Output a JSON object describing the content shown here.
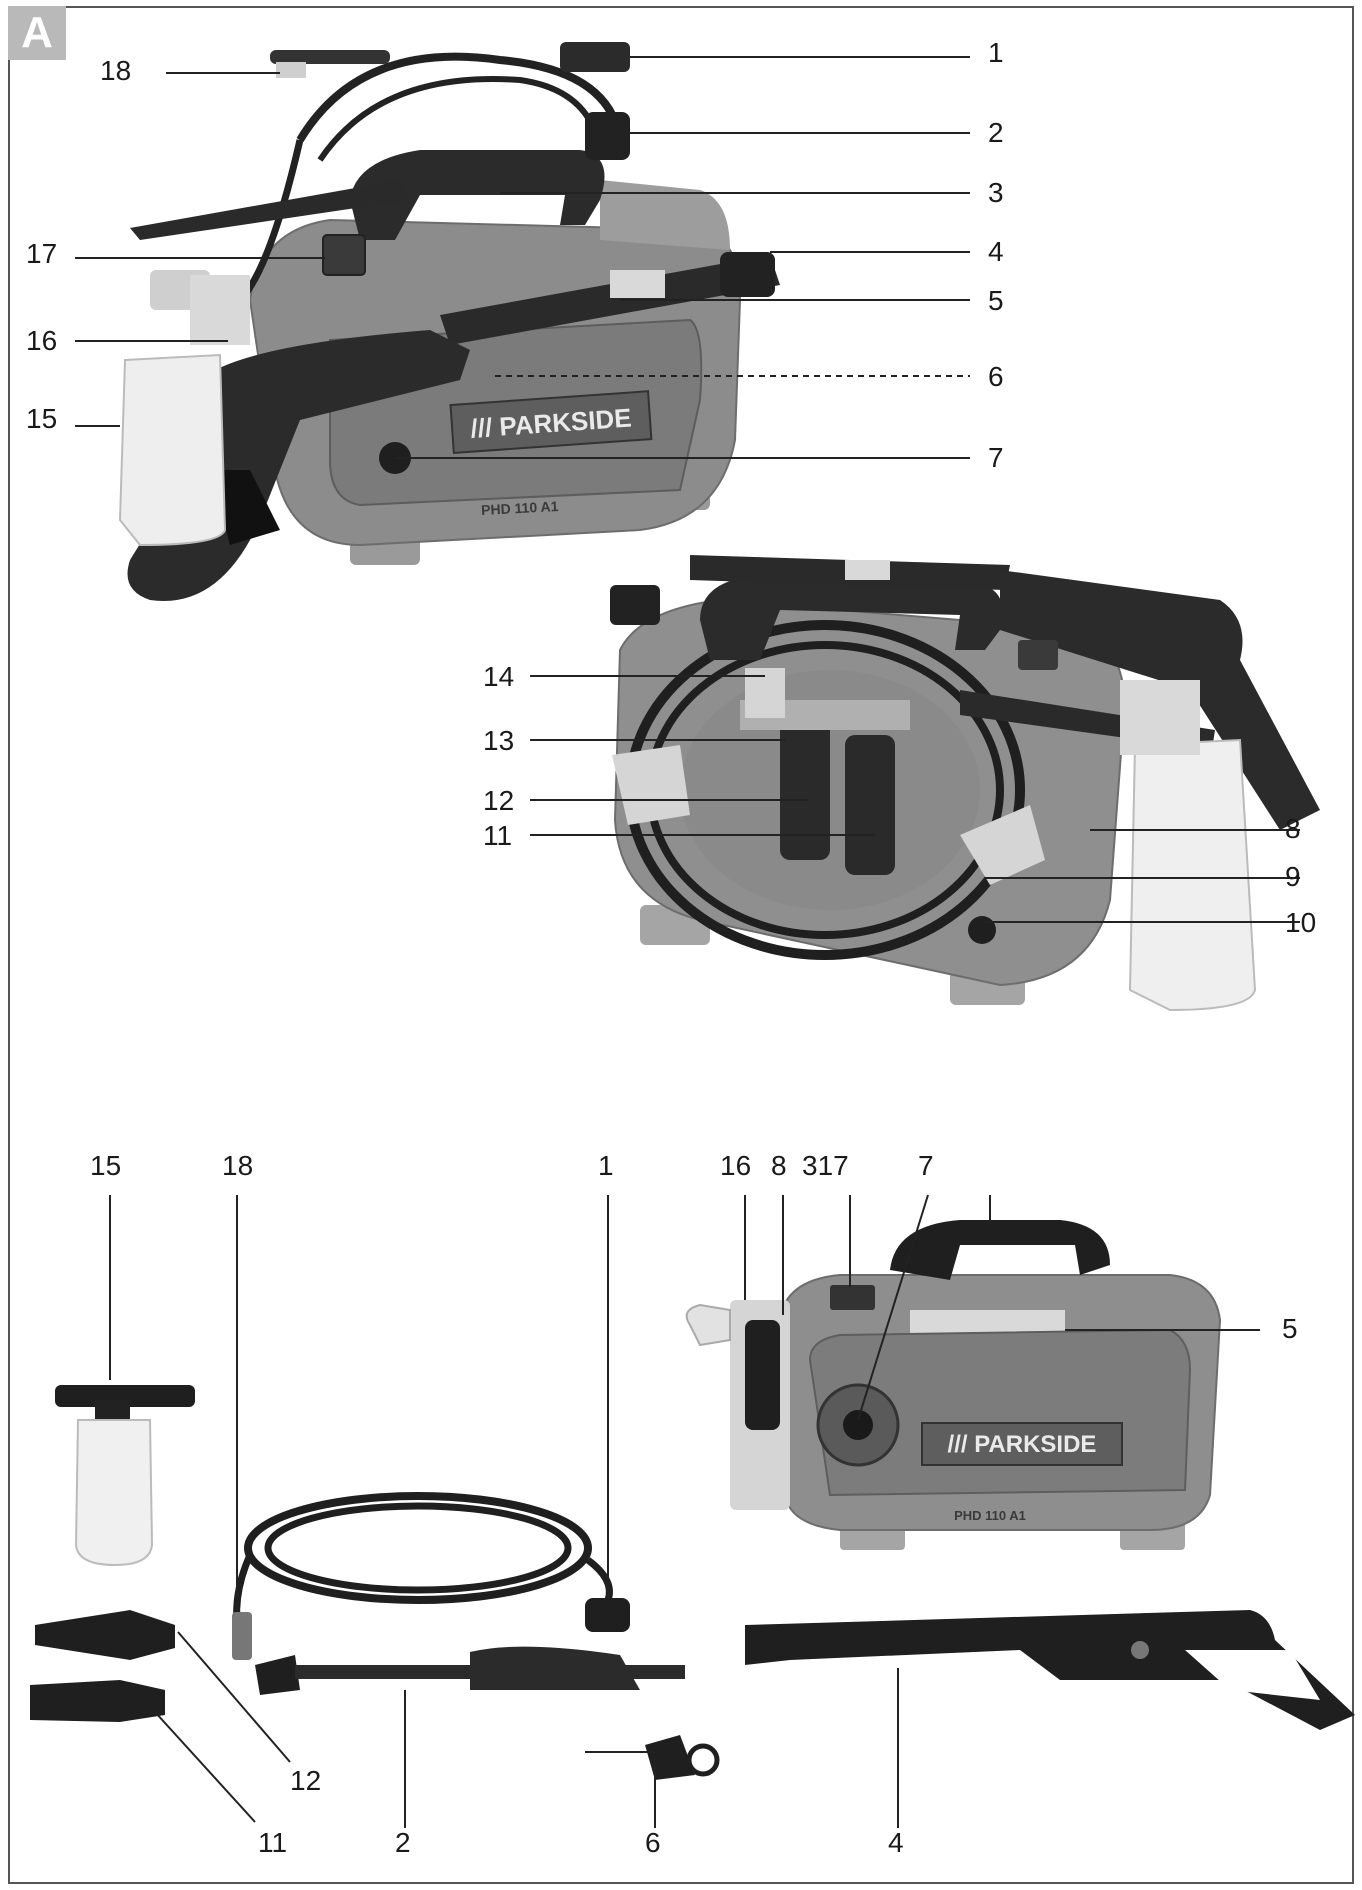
{
  "figure_label": "A",
  "brand": {
    "logo_text": "/// PARKSIDE",
    "model_text": "PHD 110 A1"
  },
  "callouts_top": {
    "c1": "1",
    "c2": "2",
    "c3": "3",
    "c4": "4",
    "c5": "5",
    "c6": "6",
    "c7": "7",
    "c15": "15",
    "c16": "16",
    "c17": "17",
    "c18": "18"
  },
  "callouts_middle": {
    "c8": "8",
    "c9": "9",
    "c10": "10",
    "c11": "11",
    "c12": "12",
    "c13": "13",
    "c14": "14"
  },
  "callouts_bottom": {
    "c15": "15",
    "c18": "18",
    "c1": "1",
    "c16": "16",
    "c8": "8",
    "c3_17": "317",
    "c7": "7",
    "c5": "5",
    "c12": "12",
    "c11": "11",
    "c2": "2",
    "c6": "6",
    "c4": "4"
  },
  "colors": {
    "body_gray": "#8c8c8c",
    "dark_part": "#2b2b2b",
    "light_part": "#d9d9d9",
    "line": "#222222"
  }
}
